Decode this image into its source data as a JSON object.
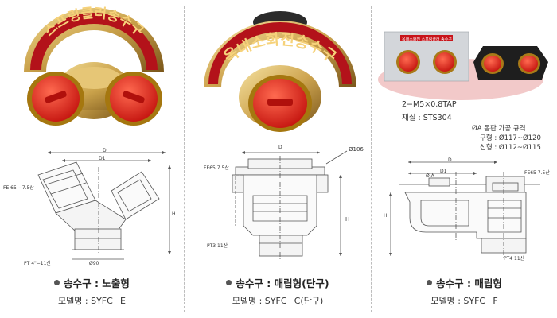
{
  "colors": {
    "brass": "#c9a14a",
    "brass_dark": "#8a6420",
    "plate_red": "#c8141a",
    "cap_red": "#e8291d",
    "line": "#555555",
    "table_pink": "#f2c9c9"
  },
  "panels": [
    {
      "plate_text": "스프링클러송수구",
      "drawing_labels": {
        "d": "D",
        "d1": "D1",
        "h": "H",
        "fe": "FE 65 −7.5산",
        "pt": "PT 4\"−11산",
        "phi": "Ø90"
      },
      "caption": {
        "title": "송수구 : 노출형",
        "model": "모델명 : SYFC−E"
      }
    },
    {
      "plate_text": "옥내소화전송수구",
      "drawing_labels": {
        "d": "D",
        "phi": "Ø106",
        "fe": "FE65 7.5산",
        "h": "H",
        "pt": "PT3 11산"
      },
      "caption": {
        "title": "송수구 : 매립형(단구)",
        "model": "모델명 : SYFC−C(단구)"
      }
    },
    {
      "plate_text": "옥내소화전 스프링클러 송수구",
      "specs": {
        "tap": "2−M5×0.8TAP",
        "material": "재질 : STS304"
      },
      "notes": {
        "title": "ØA 동판 가공 규격",
        "old": "구형 : Ø117~Ø120",
        "new": "신형 : Ø112~Ø115"
      },
      "drawing_labels": {
        "d": "D",
        "d1": "D1",
        "phi_a": "Ø A",
        "fe": "FE65 7.5산",
        "h": "H",
        "pt": "PT4 11산"
      },
      "caption": {
        "title": "송수구 : 매립형",
        "model": "모델명 : SYFC−F"
      }
    }
  ]
}
